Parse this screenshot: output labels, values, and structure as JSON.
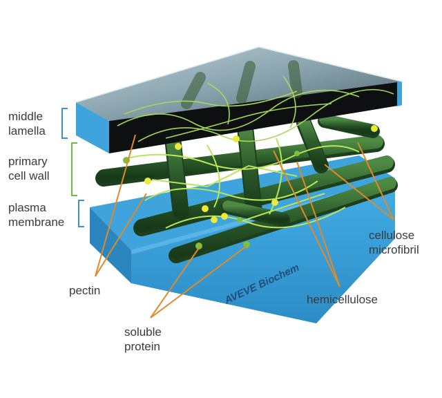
{
  "labels": {
    "middle_lamella": "middle\nlamella",
    "primary_cell_wall": "primary\ncell wall",
    "plasma_membrane": "plasma\nmembrane",
    "pectin": "pectin",
    "soluble_protein": "soluble\nprotein",
    "hemicellulose": "hemicellulose",
    "cellulose_microfibril": "cellulose\nmicrofibril"
  },
  "brand_text": "AVEVE Biochem",
  "colors": {
    "membrane_blue": "#3fa4dc",
    "bracket_blue": "#3d8fd0",
    "bracket_green": "#6dbb45",
    "fibril_green": "#2f5a2c",
    "hemicellulose_green": "#b9e55a",
    "pectin_yellow": "#e9ea3a",
    "leader_orange": "#e08a2a"
  }
}
